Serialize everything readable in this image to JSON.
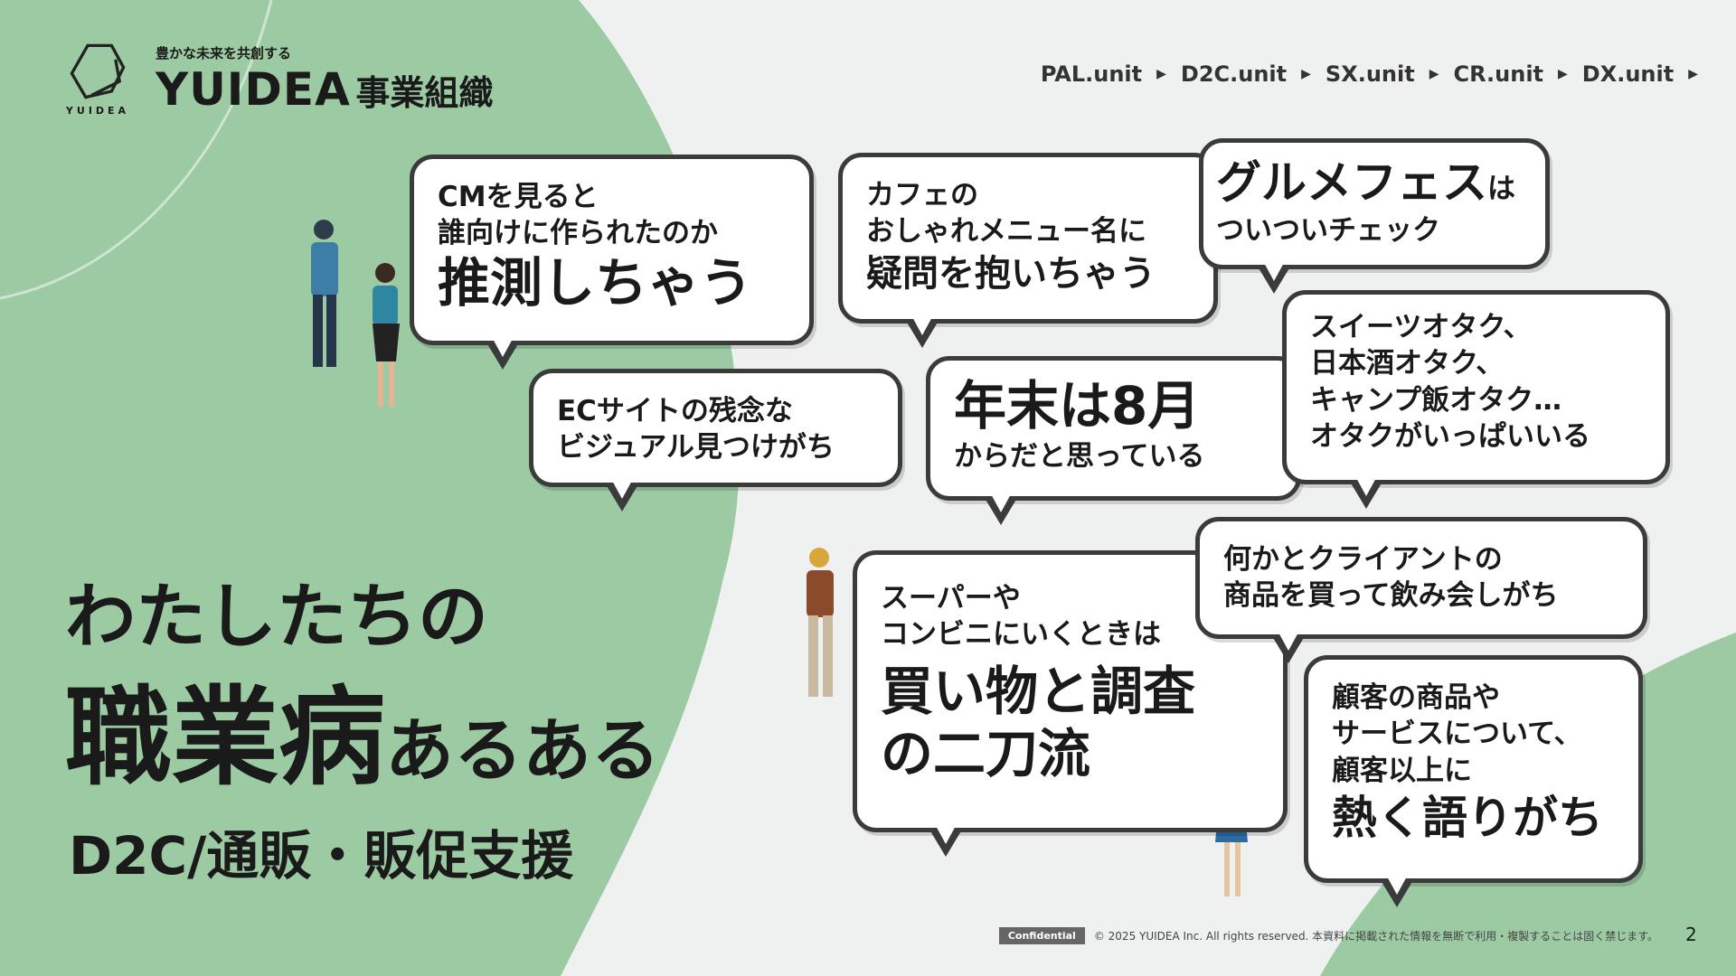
{
  "header": {
    "tagline": "豊かな未来を共創する",
    "title": "YUIDEA",
    "title_suffix": "事業組織",
    "logo_text": "YUIDEA"
  },
  "nav": [
    {
      "label": "PAL.unit"
    },
    {
      "label": "D2C.unit"
    },
    {
      "label": "SX.unit"
    },
    {
      "label": "CR.unit"
    },
    {
      "label": "DX.unit"
    }
  ],
  "hero": {
    "line1": "わたしたちの",
    "line2_big": "職業病",
    "line2_small": "あるある",
    "subtitle": "D2C/通販・販促支援"
  },
  "bubbles": [
    {
      "lines": [
        "CMを見ると",
        "誰向けに作られたのか"
      ],
      "emph": "推測しちゃう"
    },
    {
      "lines": [
        "カフェの",
        "おしゃれメニュー名に",
        "疑問を抱いちゃう"
      ]
    },
    {
      "emph": "グルメフェス",
      "emph_tail": "は",
      "lines": [
        "ついついチェック"
      ]
    },
    {
      "lines": [
        "ECサイトの残念な",
        "ビジュアル見つけがち"
      ]
    },
    {
      "emph": "年末は8月",
      "lines": [
        "からだと思っている"
      ]
    },
    {
      "lines": [
        "スイーツオタク、",
        "日本酒オタク、",
        "キャンプ飯オタク…",
        "オタクがいっぱいいる"
      ]
    },
    {
      "lines": [
        "何かとクライアントの",
        "商品を買って飲み会しがち"
      ]
    },
    {
      "lines": [
        "スーパーや",
        "コンビニにいくときは"
      ],
      "emph": "買い物と調査",
      "emph2": "の二刀流"
    },
    {
      "lines": [
        "顧客の商品や",
        "サービスについて、",
        "顧客以上に"
      ],
      "emph": "熱く語りがち"
    }
  ],
  "footer": {
    "badge": "Confidential",
    "copyright": "© 2025 YUIDEA Inc. All rights reserved. 本資料に掲載された情報を無断で利用・複製することは固く禁じます。",
    "page": "2"
  },
  "colors": {
    "green": "#9ccaa3",
    "bg": "#eef1f0",
    "border": "#3b3b3b"
  }
}
